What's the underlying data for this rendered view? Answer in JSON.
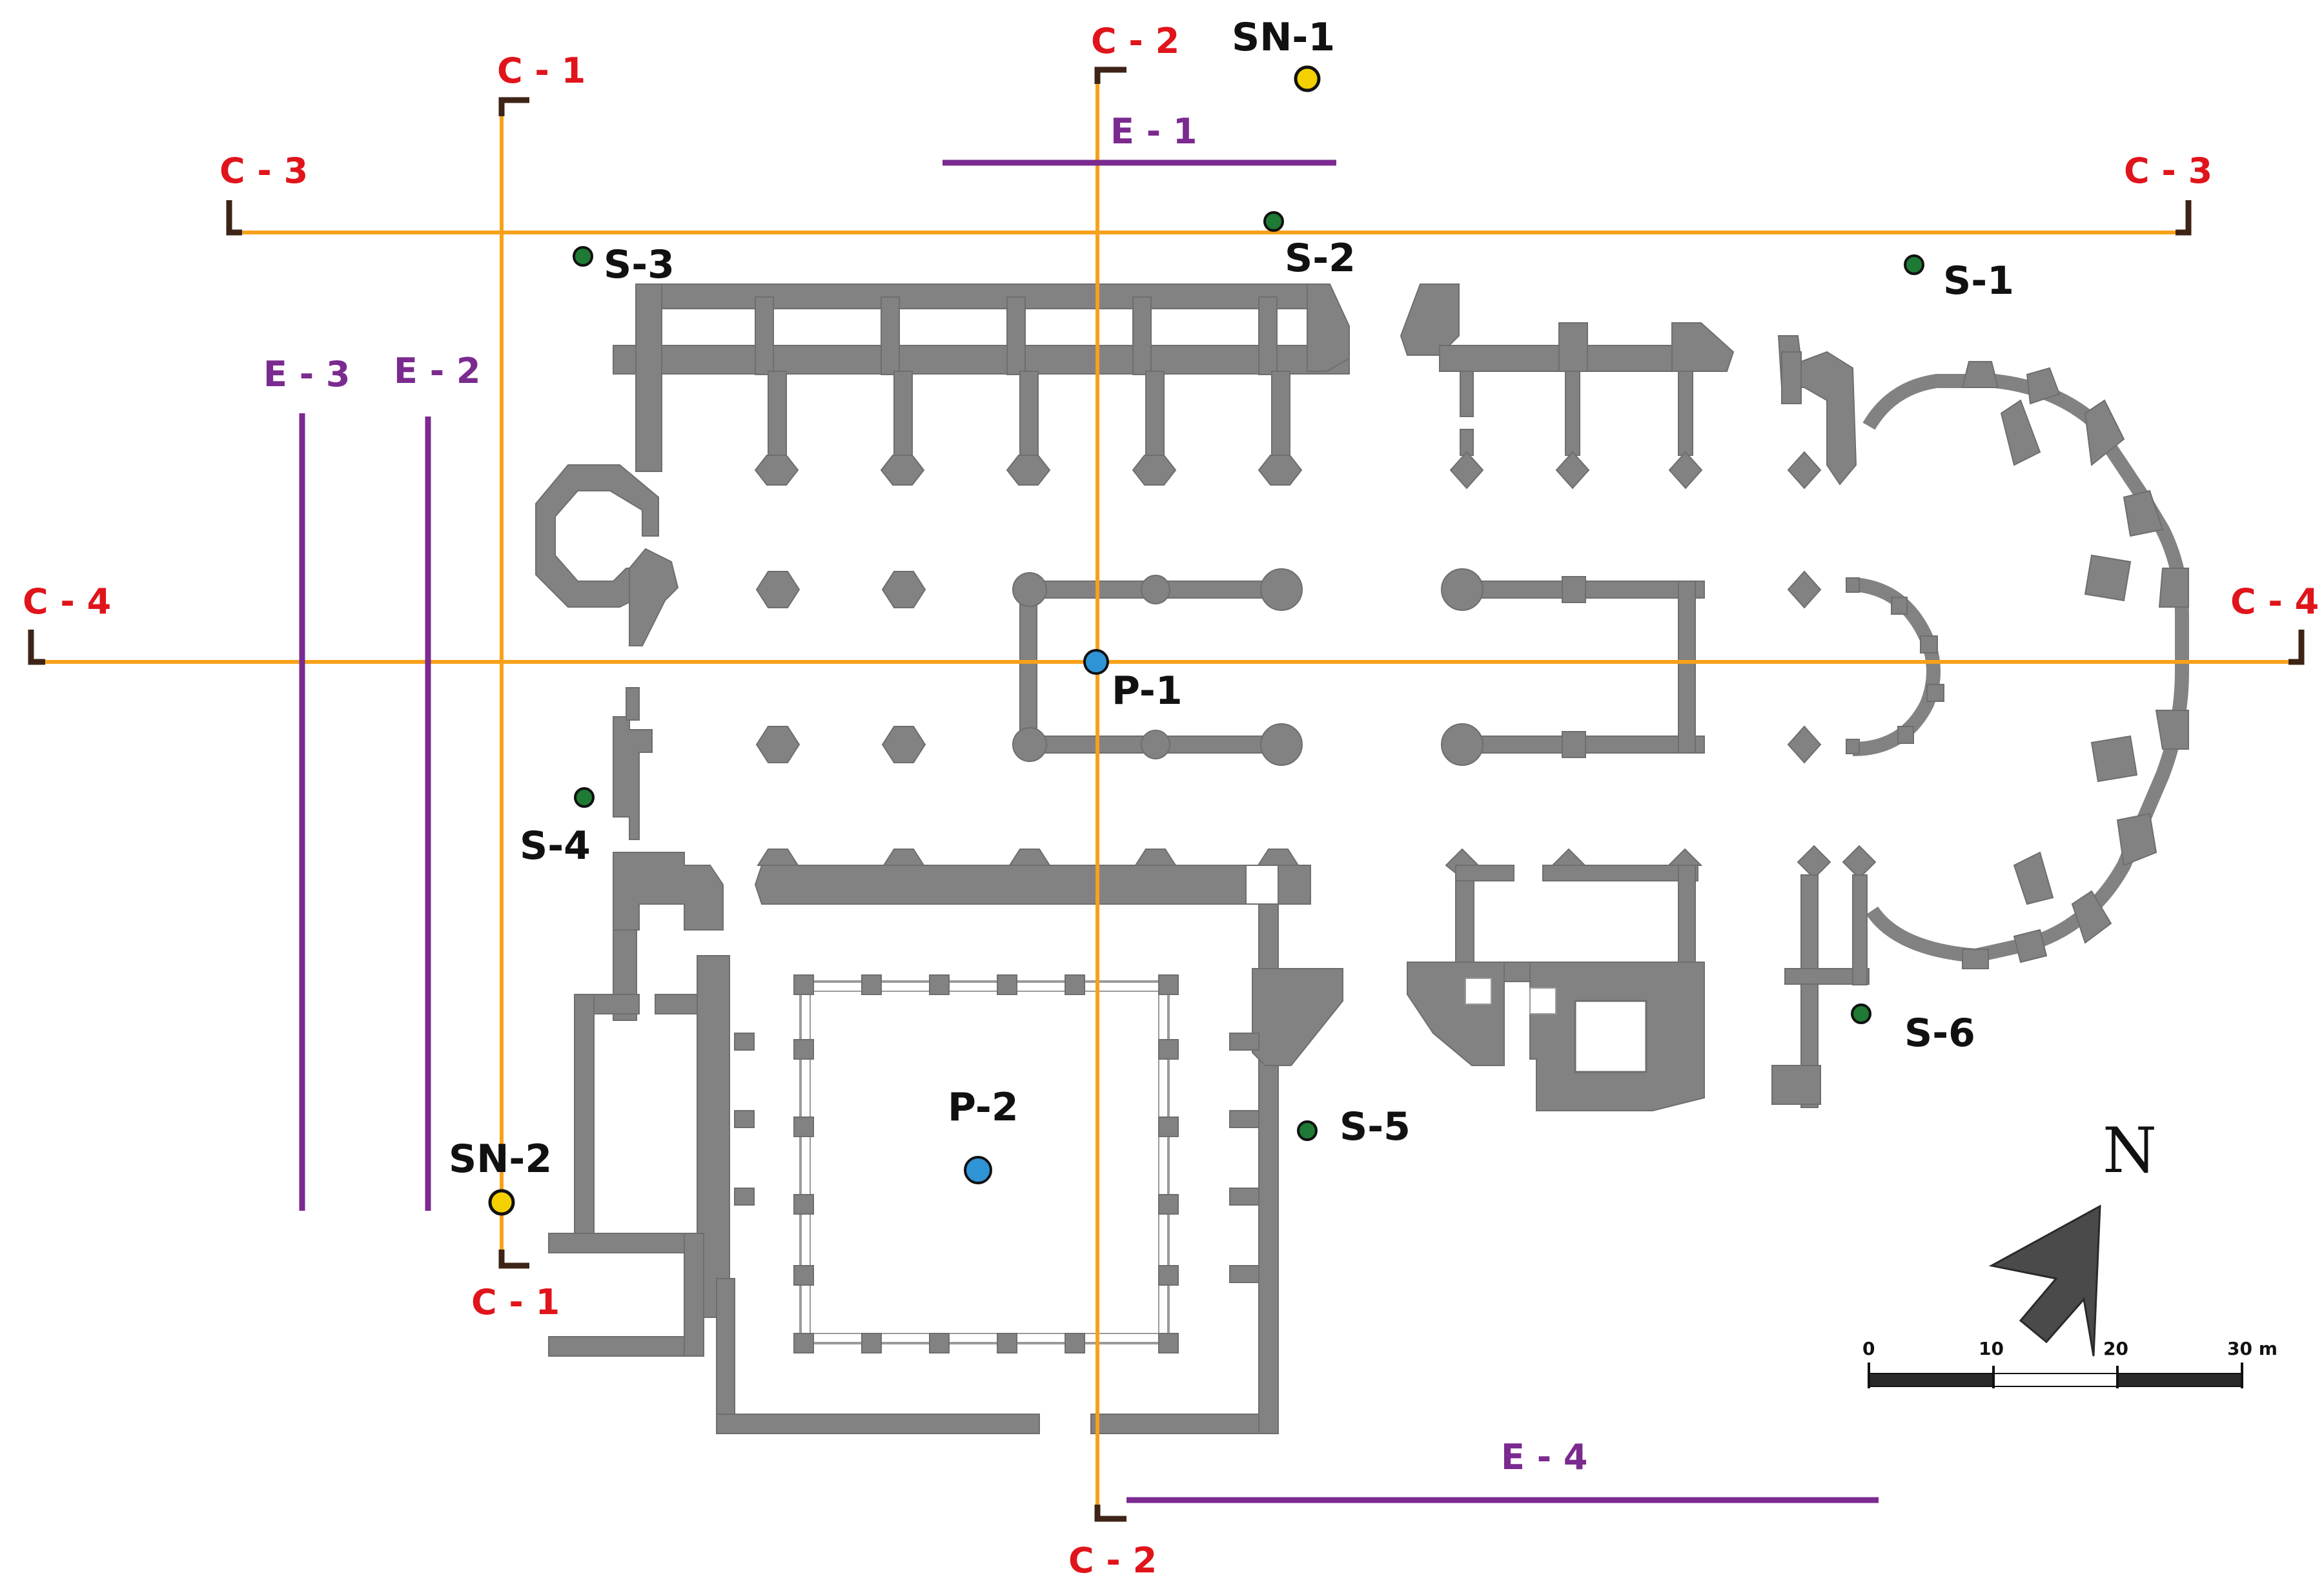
{
  "colors": {
    "section_line": "#f7a11a",
    "section_label": "#e0141b",
    "section_bracket": "#3d2416",
    "ert_line": "#7b2a8f",
    "wall": "#828282",
    "site_point": "#1e7a34",
    "seismic_noise_point": "#f5d000",
    "pit_point": "#2f94d6"
  },
  "sections": [
    {
      "id": "C - 1",
      "labels": [
        "C - 1",
        "C - 1"
      ]
    },
    {
      "id": "C - 2",
      "labels": [
        "C - 2",
        "C - 2"
      ]
    },
    {
      "id": "C - 3",
      "labels": [
        "C - 3",
        "C - 3"
      ]
    },
    {
      "id": "C - 4",
      "labels": [
        "C - 4",
        "C - 4"
      ]
    }
  ],
  "ert_profiles": [
    "E - 1",
    "E - 2",
    "E - 3",
    "E - 4"
  ],
  "points": {
    "sites": [
      "S-1",
      "S-2",
      "S-3",
      "S-4",
      "S-5",
      "S-6"
    ],
    "seismic_noise": [
      "SN-1",
      "SN-2"
    ],
    "pits": [
      "P-1",
      "P-2"
    ]
  },
  "north_arrow": {
    "label": "N",
    "icon": "north-arrow-icon"
  },
  "scale_bar": {
    "ticks": [
      "0",
      "10",
      "20",
      "30 m"
    ]
  }
}
